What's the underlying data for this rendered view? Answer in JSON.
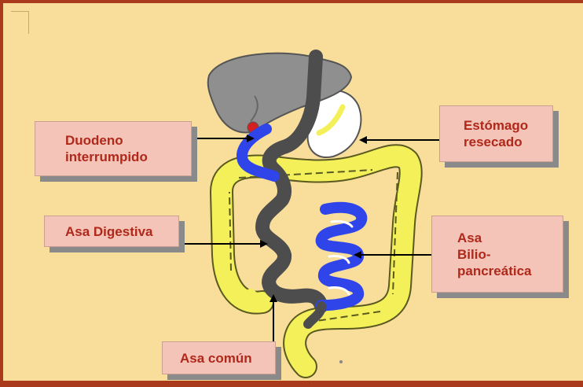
{
  "labels": {
    "duodeno": "Duodeno\ninterrumpido",
    "estomago": "Estómago\nresecado",
    "asa_digestiva": "Asa Digestiva",
    "asa_bilio": "Asa\nBilio-\npancreática",
    "asa_comun": "Asa común"
  },
  "colors": {
    "background": "#f8dd9b",
    "frame": "#a93a1c",
    "label_fill": "#f4c4b8",
    "label_text": "#b0281a",
    "liver": "#8f8f8f",
    "digestive_loop": "#4d4d4d",
    "biliopancreatic_loop": "#2f45ea",
    "colon": "#f4f05a"
  }
}
